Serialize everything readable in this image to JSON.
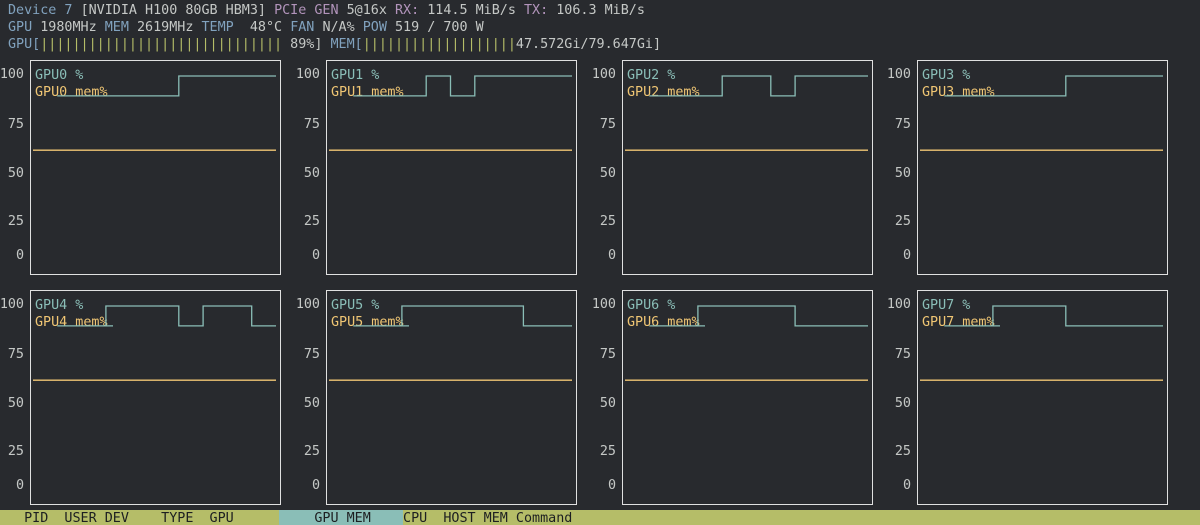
{
  "header": {
    "device_label": "Device 7",
    "device_name": "[NVIDIA H100 80GB HBM3]",
    "pcie_label": "PCIe GEN",
    "pcie_value": "5@16x",
    "rx_label": "RX:",
    "rx_value": "114.5 MiB/s",
    "tx_label": "TX:",
    "tx_value": "106.3 MiB/s",
    "gpu_label": "GPU",
    "gpu_clock": "1980MHz",
    "mem_label": "MEM",
    "mem_clock": "2619MHz",
    "temp_label": "TEMP",
    "temp_value": "48°C",
    "fan_label": "FAN",
    "fan_value": "N/A%",
    "pow_label": "POW",
    "pow_value": "519 / 700 W",
    "gpu_util_label": "GPU[",
    "gpu_util_bar": "||||||||||||||||||||||||||||||",
    "gpu_util_value": "89%]",
    "mem_util_label": "MEM[",
    "mem_util_bar": "|||||||||||||||||||",
    "mem_util_value": "47.572Gi/79.647Gi]",
    "gpu_util_fraction": 0.89,
    "mem_util_fraction": 0.597
  },
  "y_ticks": [
    "100",
    "75",
    "50",
    "25",
    "0"
  ],
  "chart_data": [
    {
      "type": "line",
      "ylim": [
        0,
        100
      ],
      "series": [
        {
          "name": "GPU0 %",
          "values": [
            89,
            89,
            89,
            89,
            89,
            89,
            100,
            100,
            100,
            100,
            100
          ]
        },
        {
          "name": "GPU0 mem%",
          "values": [
            59,
            59,
            59,
            59,
            59,
            59,
            59,
            59,
            59,
            59,
            59
          ]
        }
      ]
    },
    {
      "type": "line",
      "ylim": [
        0,
        100
      ],
      "series": [
        {
          "name": "GPU1 %",
          "values": [
            89,
            89,
            89,
            89,
            100,
            89,
            100,
            100,
            100,
            100,
            100
          ]
        },
        {
          "name": "GPU1 mem%",
          "values": [
            59,
            59,
            59,
            59,
            59,
            59,
            59,
            59,
            59,
            59,
            59
          ]
        }
      ]
    },
    {
      "type": "line",
      "ylim": [
        0,
        100
      ],
      "series": [
        {
          "name": "GPU2 %",
          "values": [
            89,
            89,
            89,
            89,
            100,
            100,
            89,
            100,
            100,
            100,
            100
          ]
        },
        {
          "name": "GPU2 mem%",
          "values": [
            59,
            59,
            59,
            59,
            59,
            59,
            59,
            59,
            59,
            59,
            59
          ]
        }
      ]
    },
    {
      "type": "line",
      "ylim": [
        0,
        100
      ],
      "series": [
        {
          "name": "GPU3 %",
          "values": [
            89,
            89,
            89,
            89,
            89,
            89,
            100,
            100,
            100,
            100,
            100
          ]
        },
        {
          "name": "GPU3 mem%",
          "values": [
            59,
            59,
            59,
            59,
            59,
            59,
            59,
            59,
            59,
            59,
            59
          ]
        }
      ]
    },
    {
      "type": "line",
      "ylim": [
        0,
        100
      ],
      "series": [
        {
          "name": "GPU4 %",
          "values": [
            89,
            89,
            89,
            100,
            100,
            100,
            89,
            100,
            100,
            89,
            89
          ]
        },
        {
          "name": "GPU4 mem%",
          "values": [
            59,
            59,
            59,
            59,
            59,
            59,
            59,
            59,
            59,
            59,
            59
          ]
        }
      ]
    },
    {
      "type": "line",
      "ylim": [
        0,
        100
      ],
      "series": [
        {
          "name": "GPU5 %",
          "values": [
            89,
            89,
            89,
            100,
            100,
            100,
            100,
            100,
            89,
            89,
            89
          ]
        },
        {
          "name": "GPU5 mem%",
          "values": [
            59,
            59,
            59,
            59,
            59,
            59,
            59,
            59,
            59,
            59,
            59
          ]
        }
      ]
    },
    {
      "type": "line",
      "ylim": [
        0,
        100
      ],
      "series": [
        {
          "name": "GPU6 %",
          "values": [
            89,
            89,
            89,
            100,
            100,
            100,
            100,
            89,
            89,
            89,
            89
          ]
        },
        {
          "name": "GPU6 mem%",
          "values": [
            59,
            59,
            59,
            59,
            59,
            59,
            59,
            59,
            59,
            59,
            59
          ]
        }
      ]
    },
    {
      "type": "line",
      "ylim": [
        0,
        100
      ],
      "series": [
        {
          "name": "GPU7 %",
          "values": [
            89,
            89,
            89,
            100,
            100,
            100,
            89,
            89,
            89,
            89,
            89
          ]
        },
        {
          "name": "GPU7 mem%",
          "values": [
            59,
            59,
            59,
            59,
            59,
            59,
            59,
            59,
            59,
            59,
            59
          ]
        }
      ]
    }
  ],
  "process_table": {
    "columns_left": "PID  USER DEV    TYPE  GPU",
    "selected_column": "GPU MEM",
    "columns_right": "CPU  HOST MEM Command"
  },
  "colors": {
    "background": "#282a2e",
    "gpu_line": "#8abeb7",
    "mem_line": "#f0c674",
    "panel_border": "#e0e0e0",
    "footer_bg": "#b5bd68",
    "footer_selected": "#8abeb7"
  }
}
